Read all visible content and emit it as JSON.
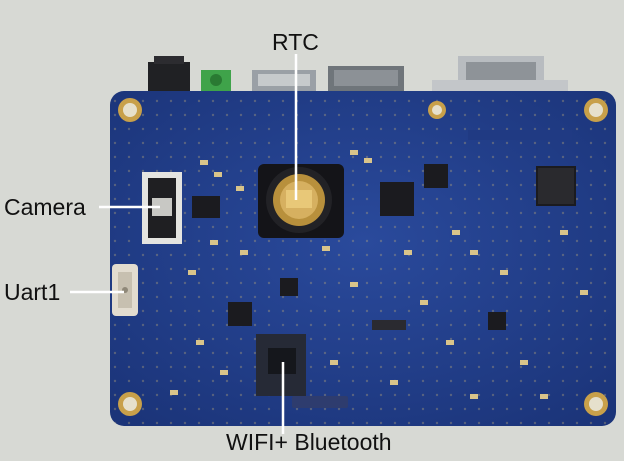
{
  "labels": {
    "rtc": "RTC",
    "camera": "Camera",
    "uart": "Uart1",
    "wifi": "WIFI+ Bluetooth"
  },
  "colors": {
    "background": "#d7d9d4",
    "pcb": "#233f8c",
    "pcb_dark": "#1a3278",
    "gold": "#c8a04a",
    "chip": "#1b1b1f",
    "leader_line": "#ffffff"
  }
}
